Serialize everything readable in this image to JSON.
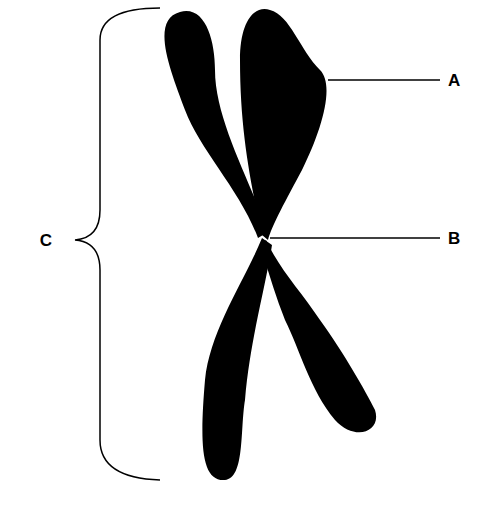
{
  "diagram": {
    "labels": [
      "A",
      "C",
      "B"
    ]
  }
}
